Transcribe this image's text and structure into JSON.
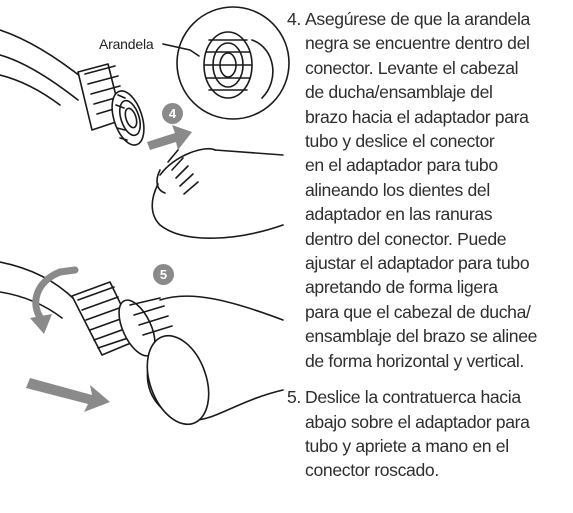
{
  "figure": {
    "callout_label": "Arandela",
    "step_badges": [
      "4",
      "5"
    ]
  },
  "steps": [
    {
      "number": "4.",
      "text": "Asegúrese de que la arandela\nnegra se encuentre dentro del\nconector. Levante el cabezal\nde ducha/ensamblaje del\nbrazo hacia el adaptador para\ntubo y deslice el conector\nen el adaptador para tubo\nalineando los dientes del\nadaptador en las ranuras\ndentro del conector. Puede\najustar el adaptador para tubo\napretando de forma ligera\npara que el cabezal de ducha/\nensamblaje del brazo se alinee\nde forma horizontal y vertical."
    },
    {
      "number": "5.",
      "text": "Deslice la contratuerca hacia\nabajo sobre el adaptador para\ntubo y apriete a mano en el\nconector roscado."
    }
  ]
}
